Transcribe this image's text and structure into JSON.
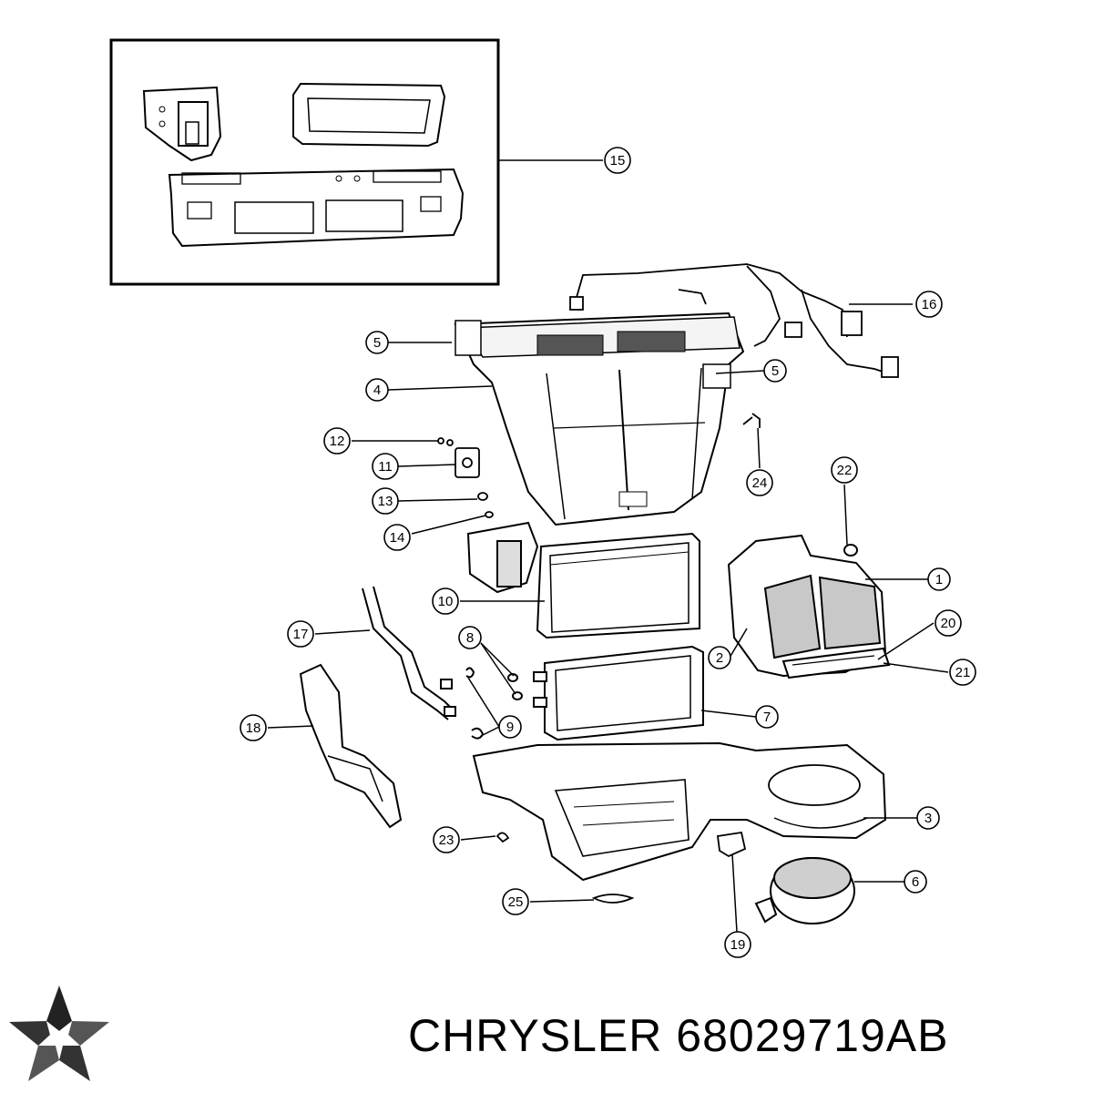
{
  "caption": {
    "brand": "CHRYSLER",
    "part_number": "68029719AB"
  },
  "logo": {
    "icon": "pentastar-logo-icon"
  },
  "callouts": [
    "1",
    "2",
    "3",
    "4",
    "5",
    "5",
    "6",
    "7",
    "8",
    "9",
    "10",
    "11",
    "12",
    "13",
    "14",
    "15",
    "16",
    "17",
    "18",
    "19",
    "20",
    "21",
    "22",
    "23",
    "24",
    "25"
  ]
}
